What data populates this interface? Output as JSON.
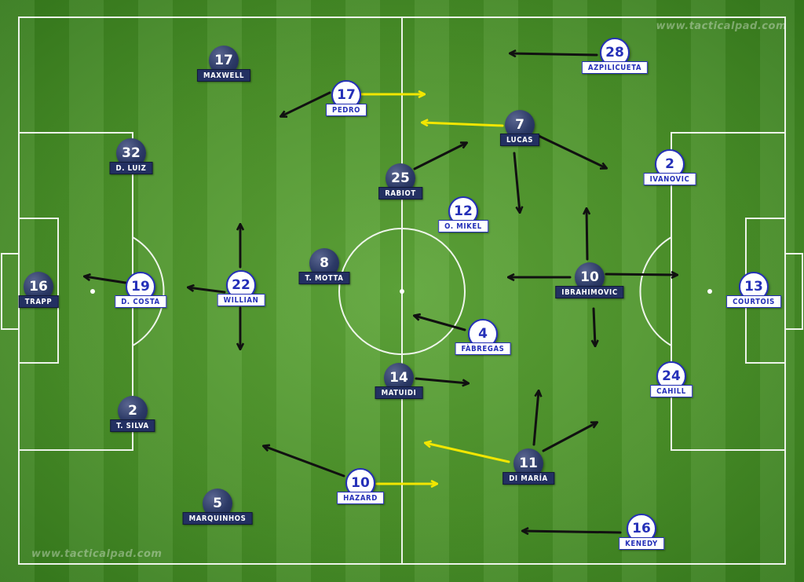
{
  "watermark": "www.tacticalpad.com",
  "colors": {
    "home_disc": "#2c3a66",
    "away_disc": "#ffffff",
    "away_text": "#2530b8",
    "arrow_black": "#111111",
    "arrow_yellow": "#f2e600",
    "lines": "#ffffff"
  },
  "players": [
    {
      "id": "trapp",
      "team": "home",
      "number": "16",
      "name": "TRAPP"
    },
    {
      "id": "maxwell",
      "team": "home",
      "number": "17",
      "name": "MAXWELL"
    },
    {
      "id": "d-luiz",
      "team": "home",
      "number": "32",
      "name": "D. LUIZ"
    },
    {
      "id": "t-silva",
      "team": "home",
      "number": "2",
      "name": "T. SILVA"
    },
    {
      "id": "marquinhos",
      "team": "home",
      "number": "5",
      "name": "MARQUINHOS"
    },
    {
      "id": "t-motta",
      "team": "home",
      "number": "8",
      "name": "T. MOTTA"
    },
    {
      "id": "rabiot",
      "team": "home",
      "number": "25",
      "name": "RABIOT"
    },
    {
      "id": "matuidi",
      "team": "home",
      "number": "14",
      "name": "MATUIDI"
    },
    {
      "id": "lucas",
      "team": "home",
      "number": "7",
      "name": "LUCAS"
    },
    {
      "id": "ibrahimovic",
      "team": "home",
      "number": "10",
      "name": "IBRAHIMOVIC"
    },
    {
      "id": "di-maria",
      "team": "home",
      "number": "11",
      "name": "DI MARÍA"
    },
    {
      "id": "courtois",
      "team": "away",
      "number": "13",
      "name": "COURTOIS"
    },
    {
      "id": "azpilicueta",
      "team": "away",
      "number": "28",
      "name": "AZPILICUETA"
    },
    {
      "id": "ivanovic",
      "team": "away",
      "number": "2",
      "name": "IVANOVIC"
    },
    {
      "id": "cahill",
      "team": "away",
      "number": "24",
      "name": "CAHILL"
    },
    {
      "id": "kenedy",
      "team": "away",
      "number": "16",
      "name": "KENEDY"
    },
    {
      "id": "o-mikel",
      "team": "away",
      "number": "12",
      "name": "O. MIKEL"
    },
    {
      "id": "fabregas",
      "team": "away",
      "number": "4",
      "name": "FÀBREGAS"
    },
    {
      "id": "pedro",
      "team": "away",
      "number": "17",
      "name": "PEDRO"
    },
    {
      "id": "willian",
      "team": "away",
      "number": "22",
      "name": "WILLIAN"
    },
    {
      "id": "hazard",
      "team": "away",
      "number": "10",
      "name": "HAZARD"
    },
    {
      "id": "d-costa",
      "team": "away",
      "number": "19",
      "name": "D. COSTA"
    }
  ]
}
